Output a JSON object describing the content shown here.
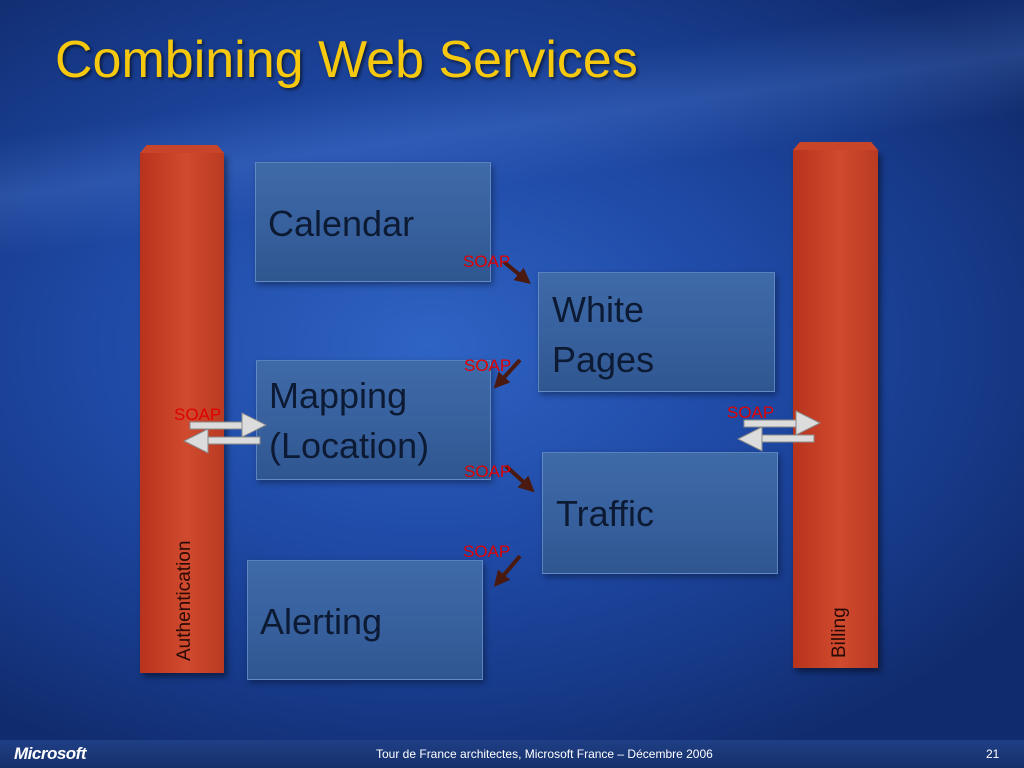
{
  "title": "Combining Web Services",
  "bars": {
    "left_label": "Authentication",
    "right_label": "Billing"
  },
  "services": {
    "calendar": "Calendar",
    "white_pages": "White\nPages",
    "mapping": "Mapping\n(Location)",
    "traffic": "Traffic",
    "alerting": "Alerting"
  },
  "connector_label": "SOAP",
  "footer": {
    "logo": "Microsoft",
    "text": "Tour de France architectes, Microsoft France – Décembre 2006",
    "page": "21"
  },
  "colors": {
    "title": "#f6c90e",
    "soap": "#e00000",
    "bar": "#c8432a",
    "box": "#3a64a2"
  }
}
